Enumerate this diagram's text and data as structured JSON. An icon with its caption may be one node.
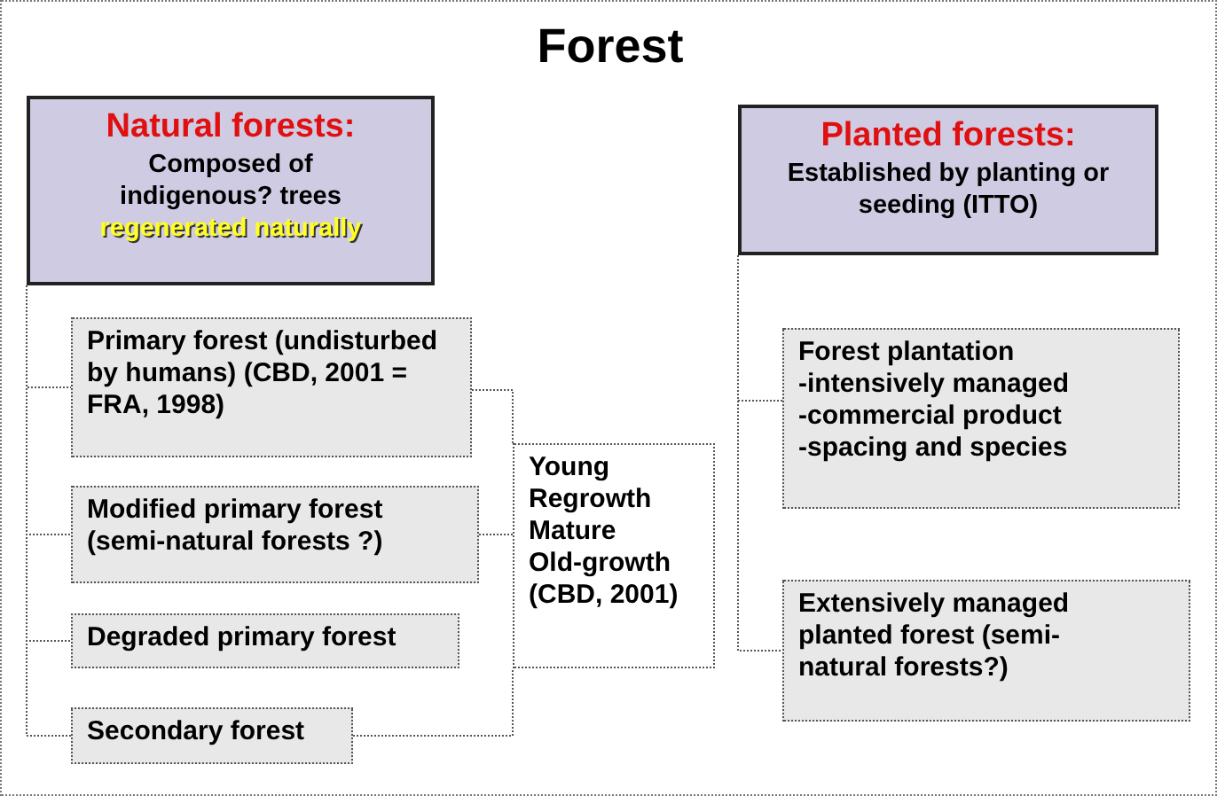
{
  "diagram": {
    "title": "Forest",
    "nodes": [
      {
        "text": [
          "Natural forests:",
          "Composed of indigenous? trees",
          "regenerated naturally"
        ]
      },
      {
        "text": [
          "Primary forest (undisturbed by humans) (CBD, 2001 = FRA, 1998)"
        ]
      },
      {
        "text": [
          "Modified primary forest (semi-natural forests ?)"
        ]
      },
      {
        "text": [
          "Degraded primary forest"
        ]
      },
      {
        "text": [
          "Secondary forest"
        ]
      },
      {
        "text": [
          "Young",
          "Regrowth",
          "Mature",
          "Old-growth",
          "(CBD, 2001)"
        ]
      },
      {
        "text": [
          "Planted forests:",
          "Established by planting or seeding (ITTO)"
        ]
      },
      {
        "text": [
          "Forest plantation",
          "-intensively managed",
          "-commercial product",
          "-spacing and species"
        ]
      },
      {
        "text": [
          "Extensively managed planted forest (semi-natural forests?)"
        ]
      }
    ],
    "edges": [
      {
        "from": 0,
        "to": 1,
        "arrow": "none"
      },
      {
        "from": 0,
        "to": 2,
        "arrow": "none"
      },
      {
        "from": 0,
        "to": 3,
        "arrow": "none"
      },
      {
        "from": 0,
        "to": 4,
        "arrow": "none"
      },
      {
        "from": 1,
        "to": 5,
        "arrow": "none"
      },
      {
        "from": 2,
        "to": 5,
        "arrow": "none"
      },
      {
        "from": 4,
        "to": 5,
        "arrow": "none"
      },
      {
        "from": 6,
        "to": 7,
        "arrow": "none"
      },
      {
        "from": 6,
        "to": 8,
        "arrow": "none"
      }
    ]
  }
}
